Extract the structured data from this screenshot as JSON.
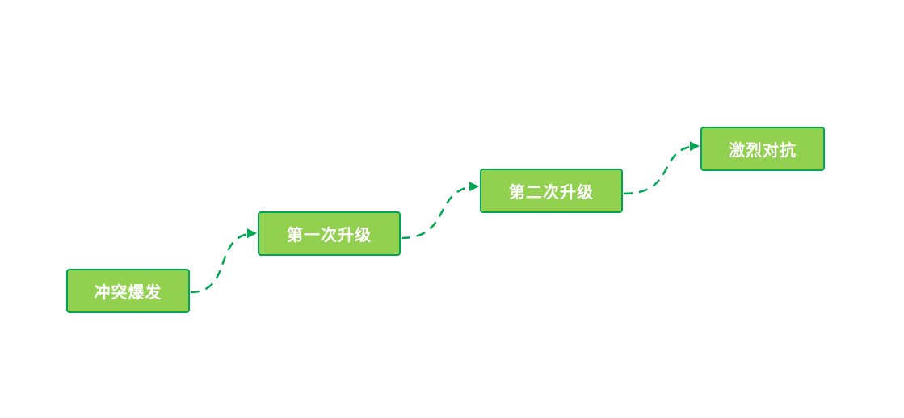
{
  "colors": {
    "node_fill": "#92d050",
    "node_border": "#00a651",
    "node_text": "#ffffff",
    "connector": "#00a651"
  },
  "nodes": [
    {
      "label": "冲突爆发"
    },
    {
      "label": "第一次升级"
    },
    {
      "label": "第二次升级"
    },
    {
      "label": "激烈对抗"
    }
  ],
  "connectors": [
    {
      "from": "冲突爆发",
      "to": "第一次升级",
      "style": "dashed-curve-arrow"
    },
    {
      "from": "第一次升级",
      "to": "第二次升级",
      "style": "dashed-curve-arrow"
    },
    {
      "from": "第二次升级",
      "to": "激烈对抗",
      "style": "dashed-curve-arrow"
    }
  ]
}
